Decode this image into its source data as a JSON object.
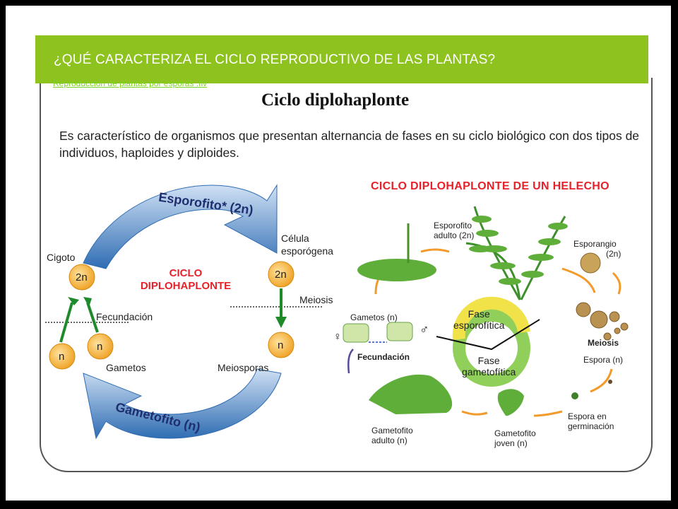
{
  "header": {
    "title": "¿QUÉ CARACTERIZA EL CICLO REPRODUCTIVO DE LAS PLANTAS?"
  },
  "video_link": "Reproducción de plantas por esporas .flv",
  "diagram": {
    "title": "Ciclo diplohaplonte",
    "intro": "Es característico de organismos que presentan alternancia de fases en su ciclo biológico con dos tipos de individuos, haploides y diploides."
  },
  "cycle": {
    "arrow_top": "Esporofito* (2n)",
    "arrow_bottom": "Gametofito (n)",
    "center_line1": "CICLO",
    "center_line2": "DIPLOHAPLONTE",
    "cigoto": "Cigoto",
    "celula_line1": "Célula",
    "celula_line2": "esporógena",
    "fecundacion": "Fecundación",
    "meiosis": "Meiosis",
    "gametos": "Gametos",
    "meiosporas": "Meiosporas",
    "cell_2n": "2n",
    "cell_n": "n"
  },
  "fern": {
    "title": "CICLO DIPLOHAPLONTE DE UN HELECHO",
    "esporofito_adulto_1": "Esporofito",
    "esporofito_adulto_2": "adulto (2n)",
    "esporangio_1": "Esporangio",
    "esporangio_2": "(2n)",
    "meiosis": "Meiosis",
    "espora": "Espora (n)",
    "espora_germ_1": "Espora en",
    "espora_germ_2": "germinación",
    "gametofito_joven_1": "Gametofito",
    "gametofito_joven_2": "joven (n)",
    "gametofito_adulto_1": "Gametofito",
    "gametofito_adulto_2": "adulto (n)",
    "gametos": "Gametos (n)",
    "fecundacion": "Fecundación",
    "fase_esp_1": "Fase",
    "fase_esp_2": "esporofítica",
    "fase_gam_1": "Fase",
    "fase_gam_2": "gametofítica",
    "female": "♀",
    "male": "♂"
  },
  "colors": {
    "header": "#8dc21f",
    "accent_red": "#e5222a",
    "cell": "#f5b83d",
    "arrow_blue": "#2f6db3",
    "arrow_green": "#1f8a2a"
  }
}
